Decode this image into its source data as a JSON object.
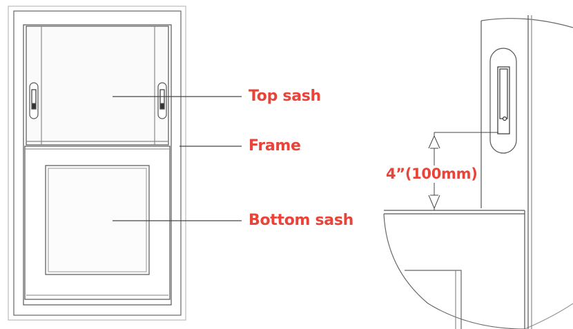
{
  "labels": {
    "top_sash": "Top sash",
    "frame": "Frame",
    "bottom_sash": "Bottom sash",
    "dimension": "4”(100mm)"
  },
  "colors": {
    "label": "#e8443a",
    "line": "#555555",
    "fill_light": "#f7f7f7"
  }
}
